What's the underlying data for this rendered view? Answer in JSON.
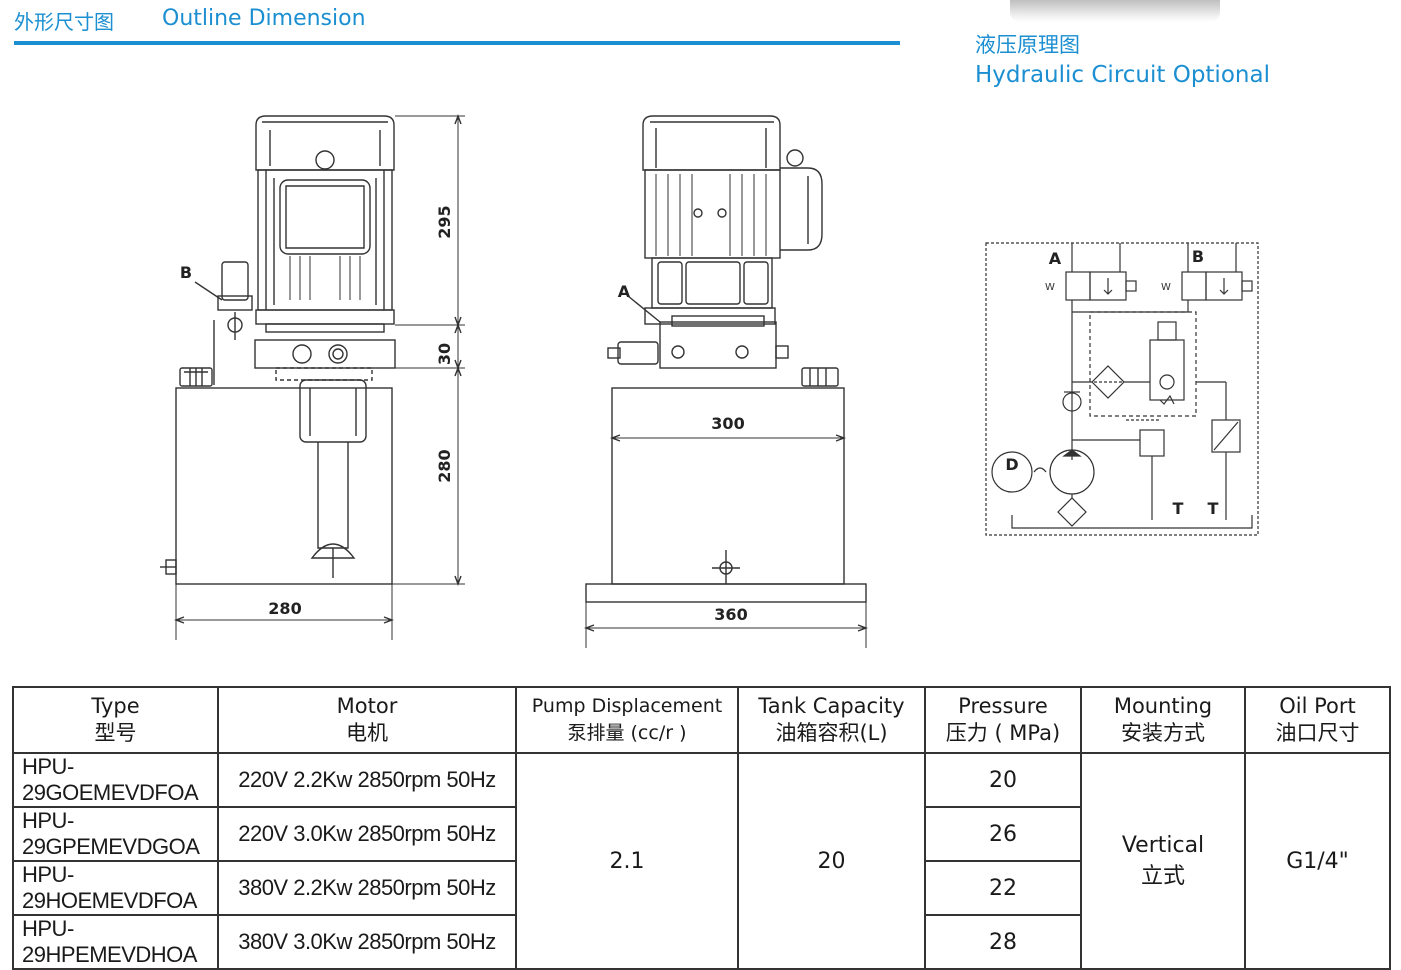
{
  "header": {
    "title_cn": "外形尺寸图",
    "title_en": "Outline Dimension",
    "circuit_cn": "液压原理图",
    "circuit_en": "Hydraulic Circuit Optional"
  },
  "drawing": {
    "front_dims": {
      "motor_height": "295",
      "block_height": "30",
      "tank_height": "280",
      "width": "280",
      "port_label": "B"
    },
    "side_dims": {
      "tank_width": "300",
      "base_width": "360",
      "port_label": "A"
    },
    "circuit_labels": {
      "port_a": "A",
      "port_b": "B",
      "tank_1": "T",
      "tank_2": "T",
      "motor": "D",
      "valve_w1": "W",
      "valve_w2": "W"
    }
  },
  "table": {
    "headers": [
      {
        "en": "Type",
        "cn": "型号"
      },
      {
        "en": "Motor",
        "cn": "电机"
      },
      {
        "en": "Pump Displacement",
        "cn": "泵排量 (cc/r )"
      },
      {
        "en": "Tank Capacity",
        "cn": "油箱容积(L)"
      },
      {
        "en": "Pressure",
        "cn": "压力 ( MPa)"
      },
      {
        "en": "Mounting",
        "cn": "安装方式"
      },
      {
        "en": "Oil Port",
        "cn": "油口尺寸"
      }
    ],
    "rows": [
      {
        "type": "HPU-29GOEMEVDFOA",
        "motor": "220V 2.2Kw 2850rpm 50Hz",
        "pressure": "20"
      },
      {
        "type": "HPU-29GPEMEVDGOA",
        "motor": "220V 3.0Kw 2850rpm 50Hz",
        "pressure": "26"
      },
      {
        "type": "HPU-29HOEMEVDFOA",
        "motor": "380V 2.2Kw 2850rpm 50Hz",
        "pressure": "22"
      },
      {
        "type": "HPU-29HPEMEVDHOA",
        "motor": "380V 3.0Kw 2850rpm 50Hz",
        "pressure": "28"
      }
    ],
    "shared": {
      "pump_displacement": "2.1",
      "tank_capacity": "20",
      "mounting_en": "Vertical",
      "mounting_cn": "立式",
      "oil_port": "G1/4\""
    }
  }
}
